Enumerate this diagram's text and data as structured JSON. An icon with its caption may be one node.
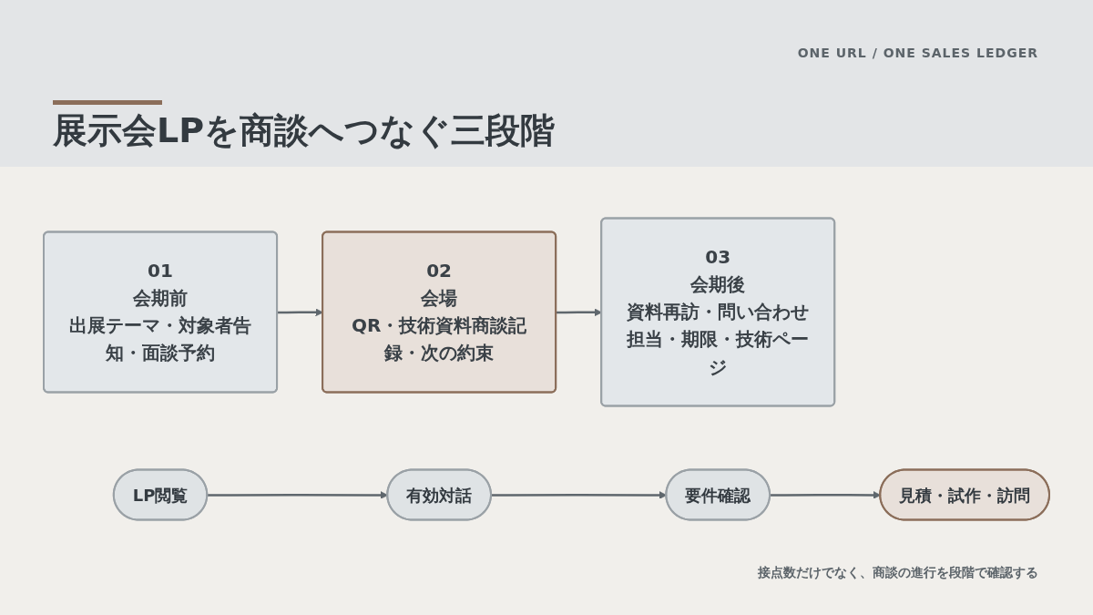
{
  "diagram": {
    "title": "展示会LPを商談へつなぐ三段階",
    "nodes": [
      {
        "text": [
          "01",
          "会期前",
          "出展テーマ・対象者告知・面談予約"
        ]
      },
      {
        "text": [
          "02",
          "会場",
          "QR・技術資料商談記録・次の約束"
        ]
      },
      {
        "text": [
          "03",
          "会期後",
          "資料再訪・問い合わせ担当・期限・技術ページ"
        ]
      },
      {
        "text": [
          "LP閲覧"
        ]
      },
      {
        "text": [
          "有効対話"
        ]
      },
      {
        "text": [
          "要件確認"
        ]
      },
      {
        "text": [
          "見積・試作・訪問"
        ]
      }
    ],
    "edges": [
      {
        "from": 0,
        "to": 1,
        "arrow": "to"
      },
      {
        "from": 1,
        "to": 2,
        "arrow": "to"
      },
      {
        "from": 3,
        "to": 4,
        "arrow": "to"
      },
      {
        "from": 4,
        "to": 5,
        "arrow": "to"
      },
      {
        "from": 5,
        "to": 6,
        "arrow": "to"
      }
    ],
    "labels": [
      "ONE URL / ONE SALES LEDGER",
      "接点数だけでなく、商談の進行を段階で確認する"
    ]
  }
}
